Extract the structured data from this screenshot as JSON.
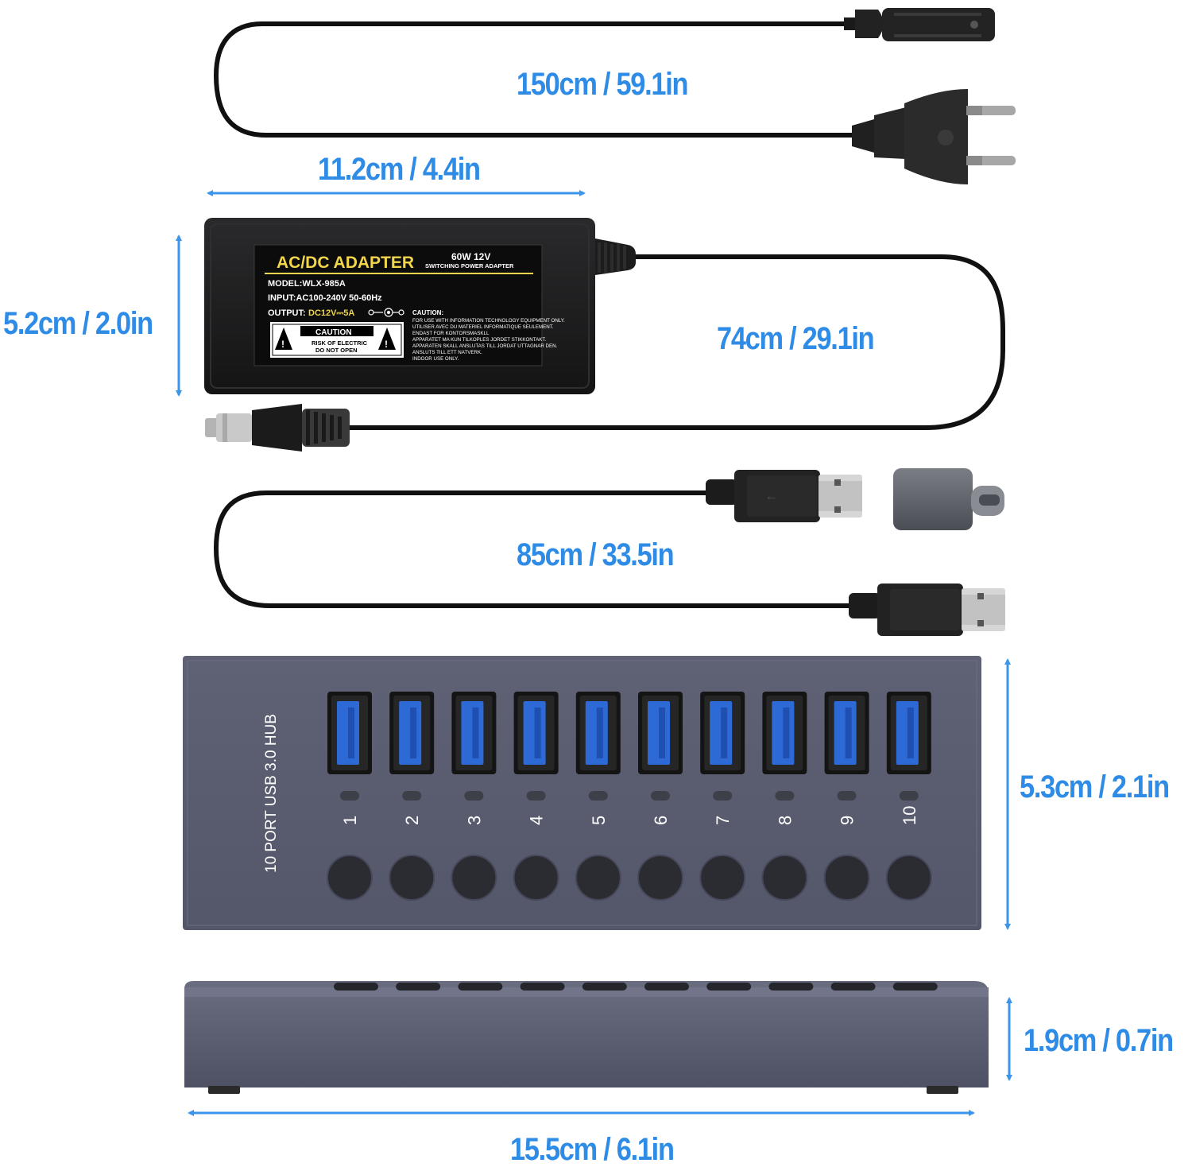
{
  "dimensions": {
    "power_cord": "150cm / 59.1in",
    "adapter_width": "11.2cm / 4.4in",
    "adapter_height": "5.2cm / 2.0in",
    "dc_cable": "74cm / 29.1in",
    "usb_cable": "85cm / 33.5in",
    "hub_height": "5.3cm / 2.1in",
    "hub_thickness": "1.9cm / 0.7in",
    "hub_length": "15.5cm / 6.1in"
  },
  "adapter_label": {
    "title": "AC/DC ADAPTER",
    "rating": "60W  12V",
    "type": "SWITCHING POWER ADAPTER",
    "model": "MODEL:WLX-985A",
    "input": "INPUT:AC100-240V 50-60Hz",
    "output_label": "OUTPUT:",
    "output_value": "DC12V⎓5A",
    "caution": "CAUTION",
    "risk_line1": "RISK OF ELECTRIC",
    "risk_line2": "DO NOT OPEN",
    "notice": [
      "CAUTION:",
      "FOR USE WITH INFORMATION TECHNOLOGY EQUIPMENT ONLY.",
      "UTILISER AVEC DU MATERIEL INFORMATIQUE SEULEMENT.",
      "ENDAST FOR KONTORSMASKLL",
      "APPARATET MA KUN TILKOPLES JORDET STIKKONTAKT.",
      "APPARATEN SKALL ANSLUTAS TILL JORDAT UTTAGNAR DEN.",
      "ANSLUTS TILL ETT NATVERK.",
      "INDOOR USE ONLY."
    ]
  },
  "hub": {
    "brand_text": "10 PORT USB 3.0 HUB",
    "port_labels": [
      "1",
      "2",
      "3",
      "4",
      "5",
      "6",
      "7",
      "8",
      "9",
      "10"
    ]
  },
  "colors": {
    "dimension_text": "#2f8ce6",
    "arrow": "#3b95ea",
    "usb_port_blue": "#2d6ad6",
    "hub_body": "#5a5d6e",
    "label_yellow": "#f1d54a"
  }
}
